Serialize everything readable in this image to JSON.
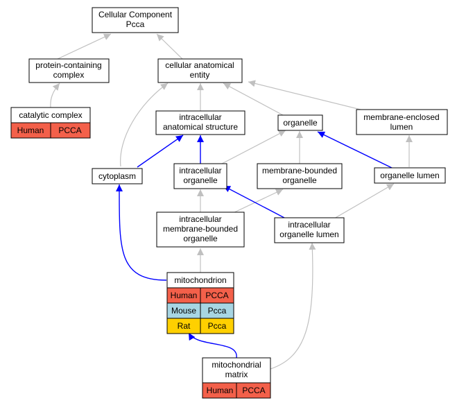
{
  "colors": {
    "is_a_edge": "#c0c0c0",
    "part_of_edge": "#0000ff",
    "human": "#f3604a",
    "mouse": "#a7d5e3",
    "rat": "#ffd000"
  },
  "nodes": {
    "root": [
      "Cellular Component",
      "Pcca"
    ],
    "protein_containing_complex": [
      "protein-containing",
      "complex"
    ],
    "cellular_anatomical_entity": [
      "cellular anatomical",
      "entity"
    ],
    "catalytic_complex": [
      "catalytic complex"
    ],
    "intracellular_anatomical_structure": [
      "intracellular",
      "anatomical structure"
    ],
    "organelle": [
      "organelle"
    ],
    "membrane_enclosed_lumen": [
      "membrane-enclosed",
      "lumen"
    ],
    "cytoplasm": [
      "cytoplasm"
    ],
    "intracellular_organelle": [
      "intracellular",
      "organelle"
    ],
    "membrane_bounded_organelle": [
      "membrane-bounded",
      "organelle"
    ],
    "organelle_lumen": [
      "organelle lumen"
    ],
    "intracellular_membrane_bounded_organelle": [
      "intracellular",
      "membrane-bounded",
      "organelle"
    ],
    "intracellular_organelle_lumen": [
      "intracellular",
      "organelle lumen"
    ],
    "mitochondrion": [
      "mitochondrion"
    ],
    "mitochondrial_matrix": [
      "mitochondrial",
      "matrix"
    ]
  },
  "annotations": {
    "catalytic_complex": [
      {
        "species": "Human",
        "gene": "PCCA",
        "color": "#f3604a"
      }
    ],
    "mitochondrion": [
      {
        "species": "Human",
        "gene": "PCCA",
        "color": "#f3604a"
      },
      {
        "species": "Mouse",
        "gene": "Pcca",
        "color": "#a7d5e3"
      },
      {
        "species": "Rat",
        "gene": "Pcca",
        "color": "#ffd000"
      }
    ],
    "mitochondrial_matrix": [
      {
        "species": "Human",
        "gene": "PCCA",
        "color": "#f3604a"
      }
    ]
  }
}
